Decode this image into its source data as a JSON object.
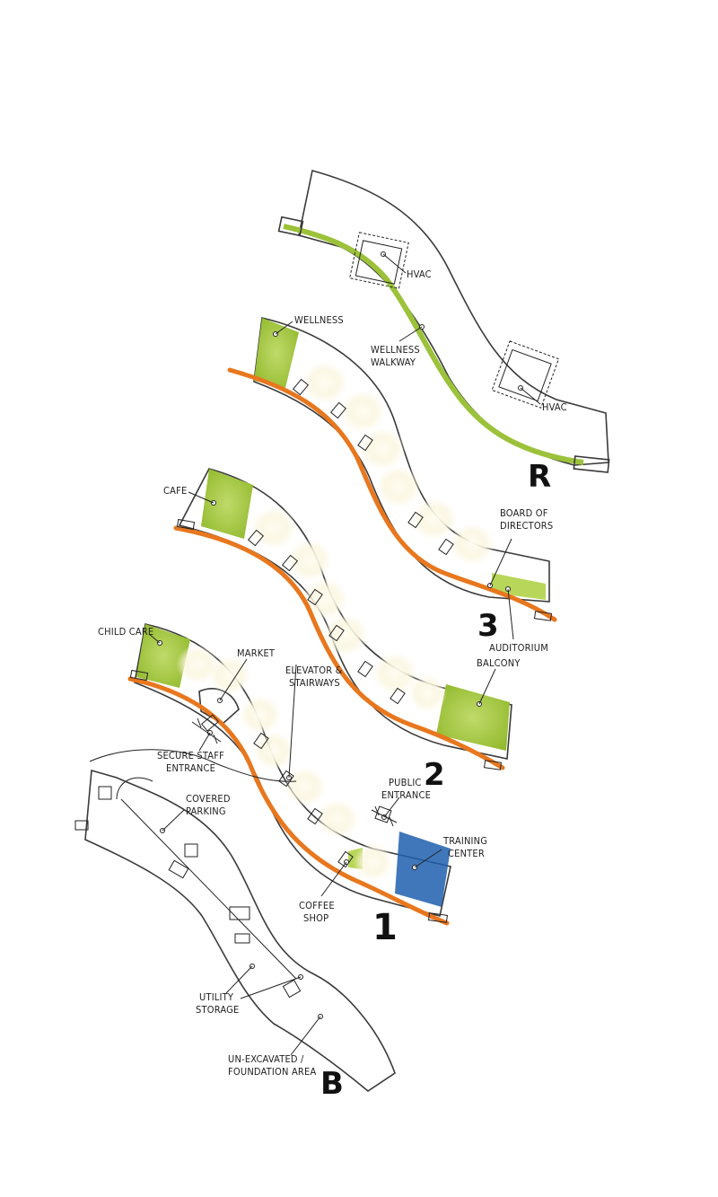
{
  "colors": {
    "gray": "#c8c8c8",
    "green": "#9cc23a",
    "blue_light": "#b8d4ec",
    "blue_mid": "#6fa2d4",
    "blue_dark": "#1f66b0",
    "orange": "#e8771e"
  },
  "levels": {
    "roof": {
      "id": "R",
      "labels": {
        "hvac_top": "HVAC",
        "walkway": "WELLNESS\nWALKWAY",
        "hvac_bottom": "HVAC"
      }
    },
    "level3": {
      "id": "3",
      "labels": {
        "wellness": "WELLNESS",
        "board": "BOARD OF\nDIRECTORS",
        "auditorium": "AUDITORIUM"
      }
    },
    "level2": {
      "id": "2",
      "labels": {
        "cafe": "CAFE",
        "elevator": "ELEVATOR &\nSTAIRWAYS",
        "balcony": "BALCONY"
      }
    },
    "level1": {
      "id": "1",
      "labels": {
        "child_care": "CHILD CARE",
        "market": "MARKET",
        "secure": "SECURE STAFF\nENTRANCE",
        "public": "PUBLIC\nENTRANCE",
        "training": "TRAINING\nCENTER",
        "coffee": "COFFEE\nSHOP"
      }
    },
    "basement": {
      "id": "B",
      "labels": {
        "parking": "COVERED\nPARKING",
        "utility": "UTILITY\nSTORAGE",
        "unexcavated": "UN-EXCAVATED /\nFOUNDATION AREA"
      }
    }
  }
}
